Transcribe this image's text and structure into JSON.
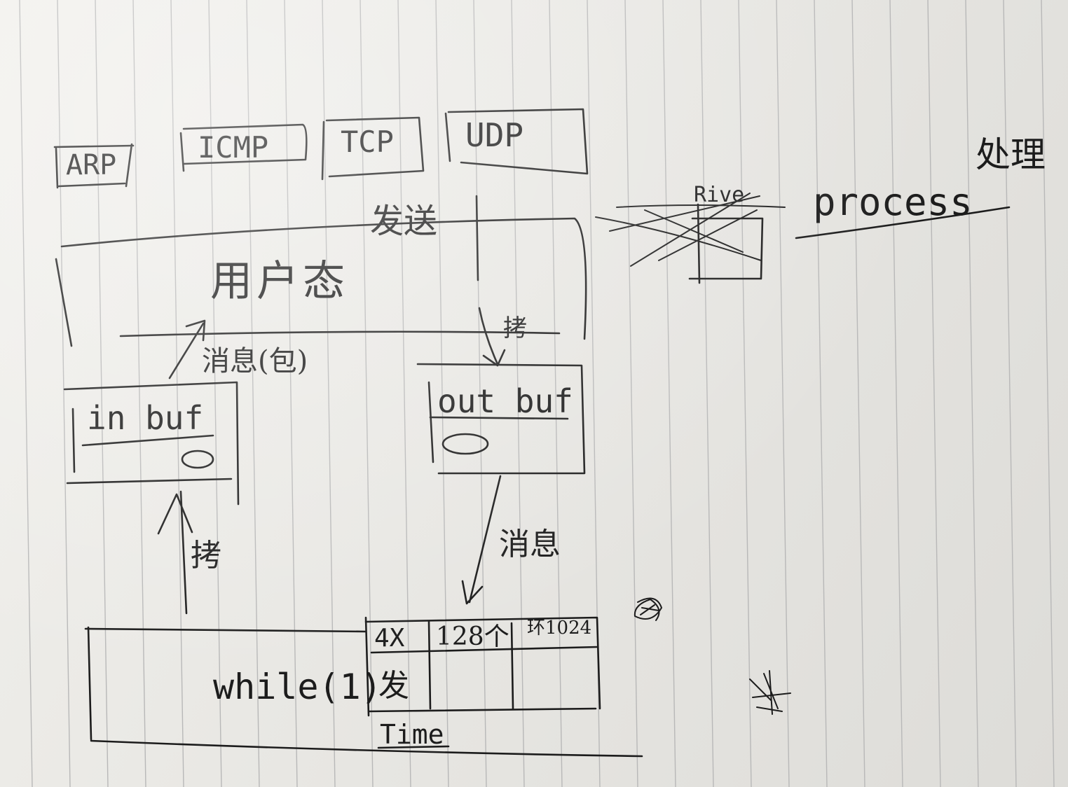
{
  "protocols": [
    "ARP",
    "ICMP",
    "TCP",
    "UDP"
  ],
  "process_label": "process",
  "process_note": "处理",
  "crossed_word": "Rive",
  "user_space_label": "用户态",
  "user_label_top": "发送",
  "copy_label_right": "拷",
  "copy_label_left": "拷",
  "data_label": "消息(包)",
  "in_buffer": {
    "title": "in buf",
    "value": "0"
  },
  "out_buffer": {
    "title": "out buf",
    "value": "0"
  },
  "send_label": "消息",
  "loop_label": "while(1)",
  "table": {
    "cells": [
      "4X",
      "128个",
      "环1024"
    ],
    "row2": "发",
    "footer": "Time"
  }
}
